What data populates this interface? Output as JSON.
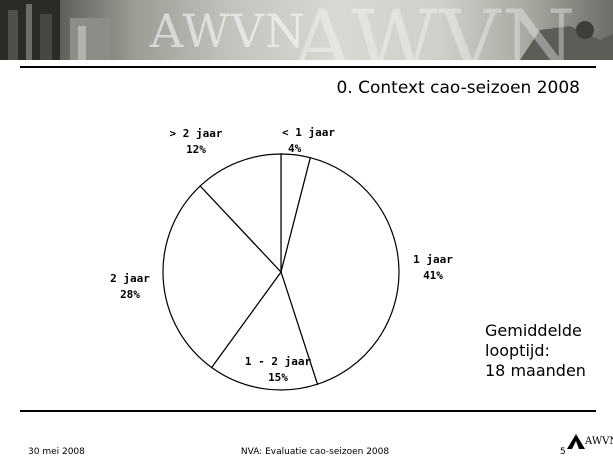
{
  "header": {
    "logo_text": "AWVN",
    "title": "0. Context cao-seizoen 2008"
  },
  "chart_data": {
    "type": "pie",
    "title": "",
    "slices": [
      {
        "label": "< 1 jaar",
        "value": 4,
        "pct_label": "4%"
      },
      {
        "label": "1 jaar",
        "value": 41,
        "pct_label": "41%"
      },
      {
        "label": "1 - 2 jaar",
        "value": 15,
        "pct_label": "15%"
      },
      {
        "label": "2 jaar",
        "value": 28,
        "pct_label": "28%"
      },
      {
        "label": "> 2 jaar",
        "value": 12,
        "pct_label": "12%"
      }
    ],
    "start_angle_deg": 0,
    "direction": "clockwise",
    "fill": "#ffffff",
    "stroke": "#000000"
  },
  "note": {
    "line1": "Gemiddelde",
    "line2": "looptijd:",
    "line3": "18 maanden"
  },
  "footer": {
    "date": "30 mei 2008",
    "center": "NVA: Evaluatie cao-seizoen 2008",
    "page": "5",
    "logo_text": "AWVN"
  }
}
